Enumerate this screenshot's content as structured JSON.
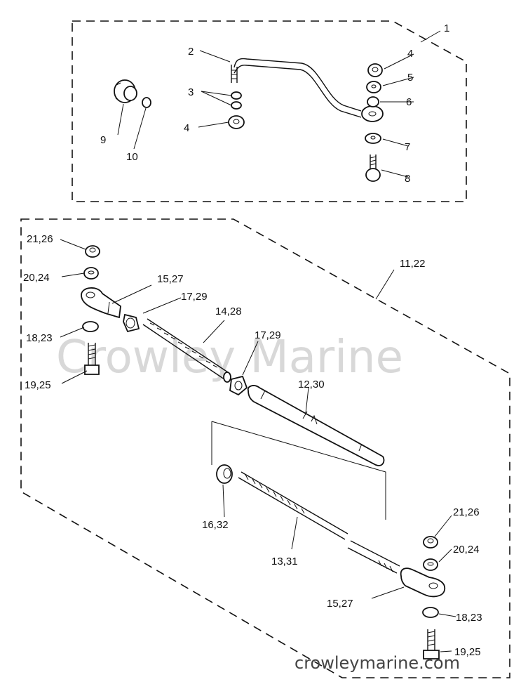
{
  "watermark": "Crowley Marine",
  "site": "crowleymarine.com",
  "labels": {
    "l1": "1",
    "l2": "2",
    "l3": "3",
    "l4a": "4",
    "l4b": "4",
    "l5": "5",
    "l6": "6",
    "l7": "7",
    "l8": "8",
    "l9": "9",
    "l10": "10",
    "l11": "11,22",
    "l12": "12,30",
    "l13": "13,31",
    "l14": "14,28",
    "l15a": "15,27",
    "l15b": "15,27",
    "l16": "16,32",
    "l17a": "17,29",
    "l17b": "17,29",
    "l18a": "18,23",
    "l18b": "18,23",
    "l19a": "19,25",
    "l19b": "19,25",
    "l20a": "20,24",
    "l20b": "20,24",
    "l21a": "21,26",
    "l21b": "21,26"
  }
}
